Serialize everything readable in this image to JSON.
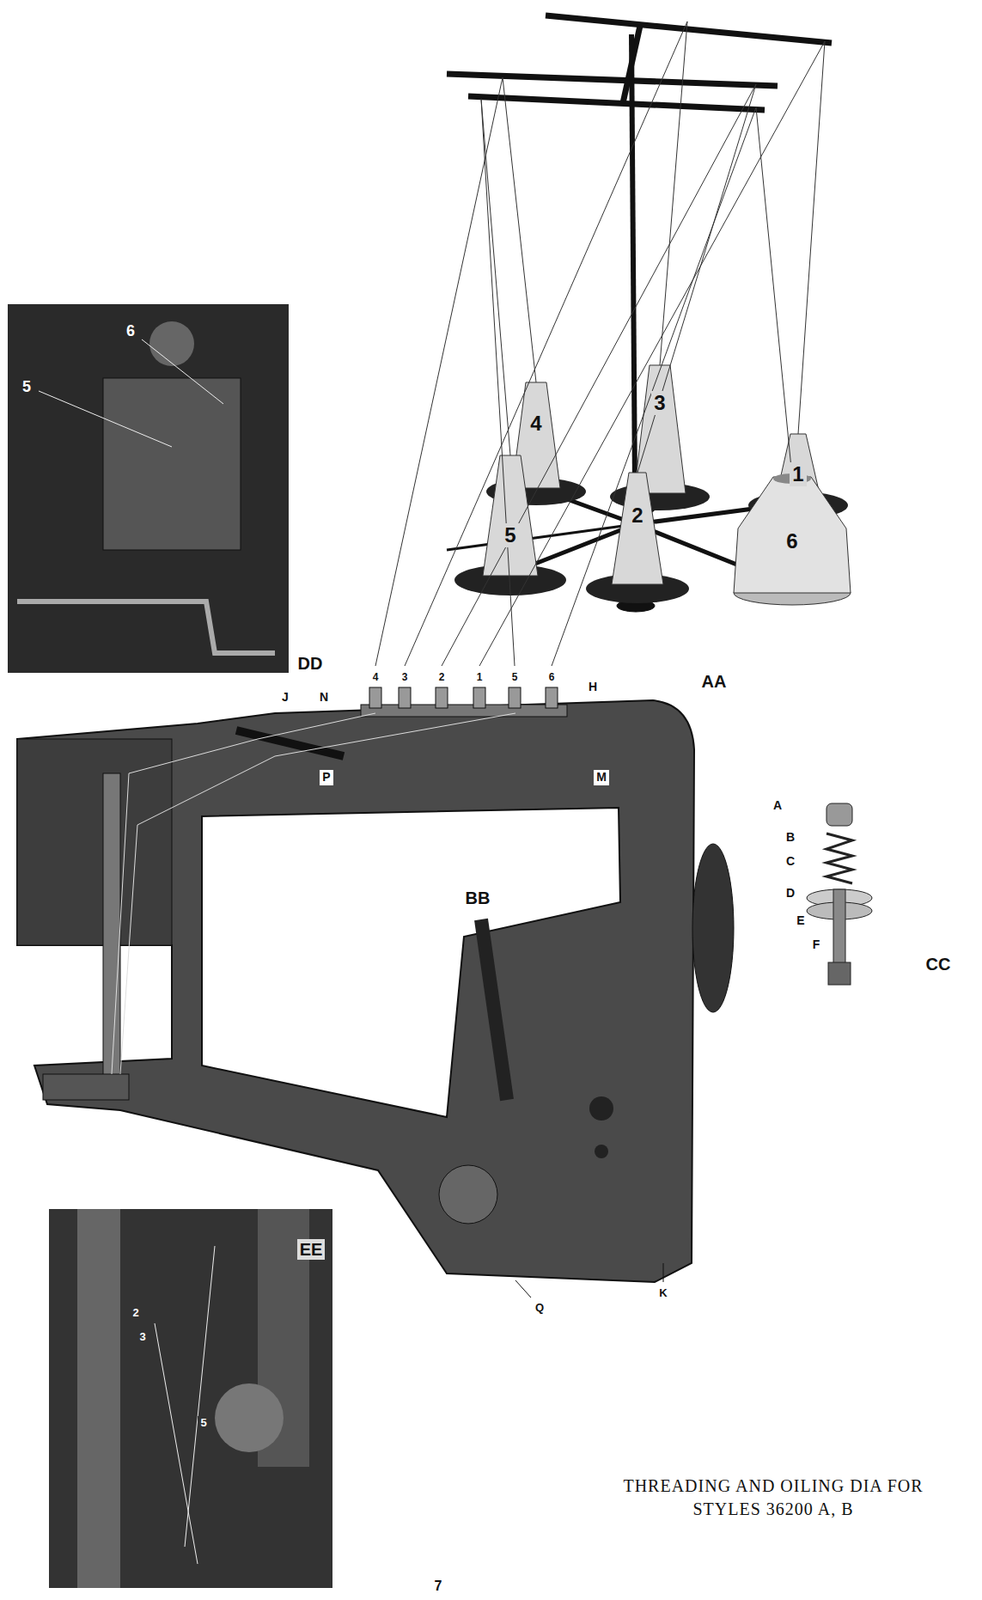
{
  "diagram": {
    "caption": "THREADING AND OILING DIA FOR STYLES 36200 A, B",
    "labels": [
      "4",
      "3",
      "1",
      "5",
      "2",
      "6",
      "AA",
      "6",
      "5",
      "DD",
      "4",
      "3",
      "2",
      "1",
      "5",
      "6",
      "J",
      "N",
      "P",
      "M",
      "H",
      "BB",
      "A",
      "B",
      "C",
      "D",
      "E",
      "F",
      "CC",
      "K",
      "Q",
      "EE",
      "2",
      "3",
      "5",
      "7"
    ]
  }
}
